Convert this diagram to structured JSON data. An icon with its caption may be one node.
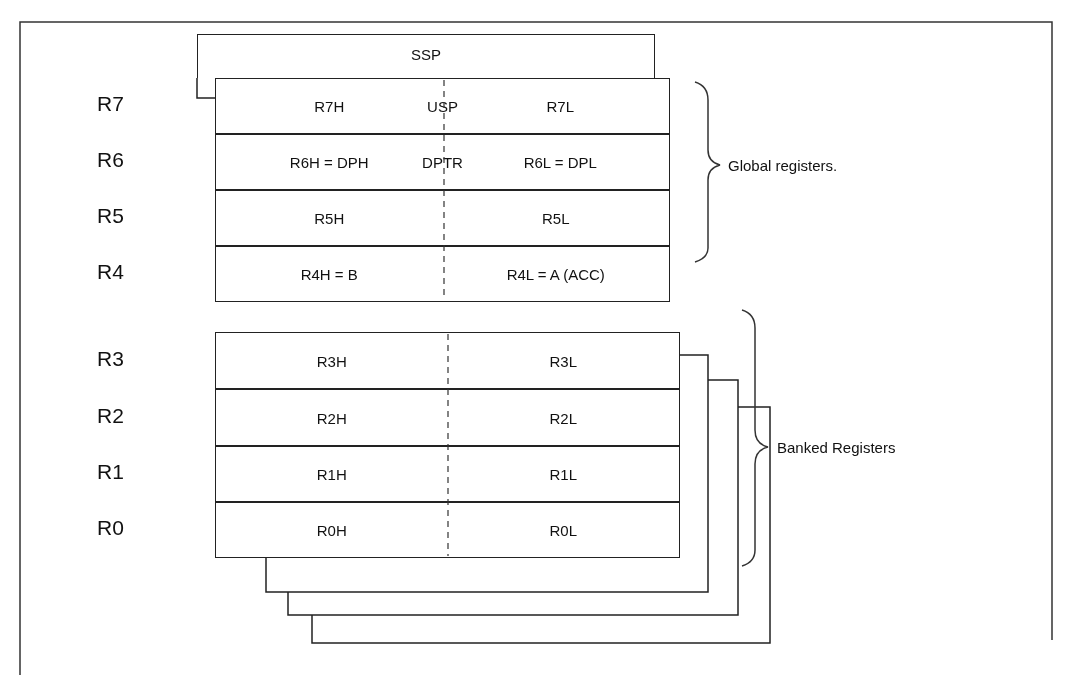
{
  "diagram": {
    "nodes": [
      {
        "text": [
          "SSP"
        ]
      },
      {
        "text": [
          "R7H",
          "USP",
          "R7L"
        ]
      },
      {
        "text": [
          "R6H = DPH",
          "DPTR",
          "R6L = DPL"
        ]
      },
      {
        "text": [
          "R5H",
          "R5L"
        ]
      },
      {
        "text": [
          "R4H = B",
          "R4L = A (ACC)"
        ]
      },
      {
        "text": [
          "R3H",
          "R3L"
        ]
      },
      {
        "text": [
          "R2H",
          "R2L"
        ]
      },
      {
        "text": [
          "R1H",
          "R1L"
        ]
      },
      {
        "text": [
          "R0H",
          "R0L"
        ]
      }
    ],
    "labels": [
      "R7",
      "R6",
      "Global registers.",
      "R5",
      "R4",
      "R3",
      "R2",
      "Banked Registers",
      "R1",
      "R0"
    ]
  }
}
